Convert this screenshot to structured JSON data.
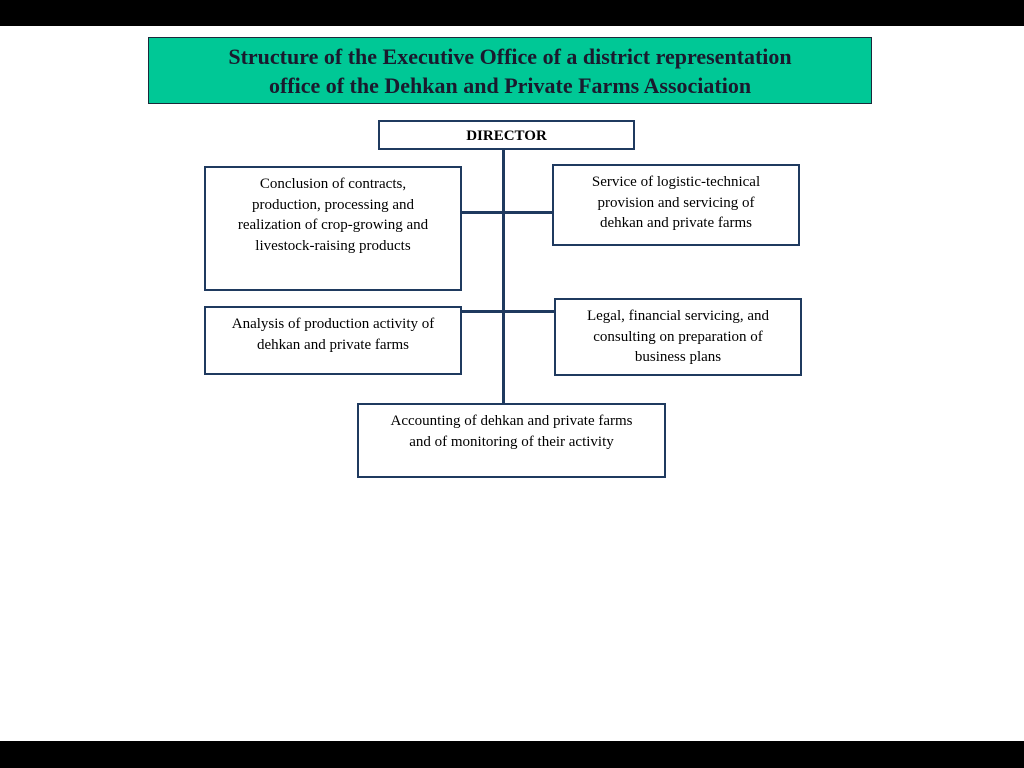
{
  "title": {
    "line1": "Structure of the Executive Office of a district representation",
    "line2": "office of the Dehkan and Private Farms Association"
  },
  "director": {
    "label": "DIRECTOR"
  },
  "units": {
    "contracts": {
      "lines": [
        "Conclusion of contracts,",
        "production, processing and",
        "realization of crop-growing and",
        "livestock-raising products"
      ]
    },
    "service": {
      "lines": [
        "Service of logistic-technical",
        "provision and servicing of",
        "dehkan and private farms"
      ]
    },
    "analysis": {
      "lines": [
        "Analysis of production activity of",
        "dehkan and private farms"
      ]
    },
    "legal": {
      "lines": [
        "Legal, financial servicing, and",
        "consulting on preparation of",
        "business plans"
      ]
    },
    "accounting": {
      "lines": [
        "Accounting of dehkan and private farms",
        "and of monitoring of their activity"
      ]
    }
  },
  "colors": {
    "title_fill": "#00c896",
    "box_border": "#1f3a5f",
    "connector": "#1f3a5f",
    "frame": "#000000"
  }
}
